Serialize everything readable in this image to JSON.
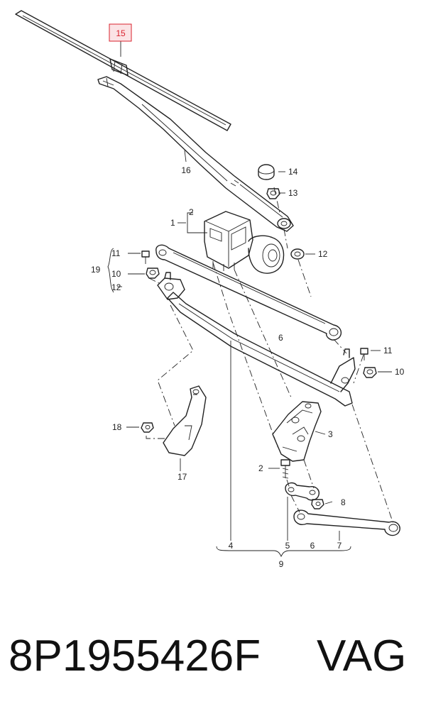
{
  "diagram": {
    "highlight_color": "#d9232e",
    "labels": {
      "l15": "15",
      "l16": "16",
      "l14": "14",
      "l13": "13",
      "l1": "1",
      "l2top": "2",
      "l12a": "12",
      "l11a": "11",
      "l19": "19",
      "l10a": "10",
      "l12b": "12",
      "l6a": "6",
      "l11b": "11",
      "l10b": "10",
      "l3": "3",
      "l18": "18",
      "l17": "17",
      "l2": "2",
      "l8": "8",
      "l4": "4",
      "l5": "5",
      "l6b": "6",
      "l7": "7",
      "l9": "9"
    }
  },
  "footer": {
    "part_number": "8P1955426F",
    "brand": "VAG"
  }
}
